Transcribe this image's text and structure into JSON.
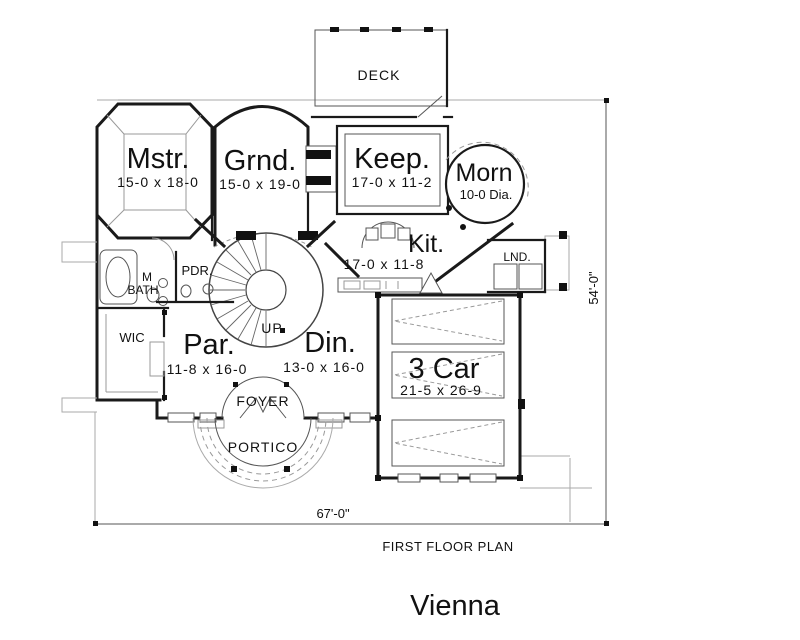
{
  "title": "Vienna",
  "caption": "FIRST FLOOR PLAN",
  "dimensions": {
    "width": "67'-0\"",
    "height": "54'-0\""
  },
  "rooms": {
    "deck": {
      "label": "DECK"
    },
    "mstr": {
      "label": "Mstr.",
      "size": "15-0 x 18-0"
    },
    "grnd": {
      "label": "Grnd.",
      "size": "15-0 x 19-0"
    },
    "keep": {
      "label": "Keep.",
      "size": "17-0 x 11-2"
    },
    "morn": {
      "label": "Morn",
      "size": "10-0 Dia."
    },
    "kit": {
      "label": "Kit.",
      "size": "17-0 x 11-8"
    },
    "lnd": {
      "label": "LND."
    },
    "mbath": {
      "line1": "M",
      "line2": "BATH"
    },
    "pdr": {
      "label": "PDR."
    },
    "wic": {
      "label": "WIC"
    },
    "par": {
      "label": "Par.",
      "size": "11-8 x 16-0"
    },
    "din": {
      "label": "Din.",
      "size": "13-0 x 16-0"
    },
    "garage": {
      "label": "3 Car",
      "size": "21-5 x 26-9"
    },
    "foyer": {
      "label": "FOYER"
    },
    "portico": {
      "label": "PORTICO"
    },
    "stairs": {
      "label": "UP"
    }
  }
}
